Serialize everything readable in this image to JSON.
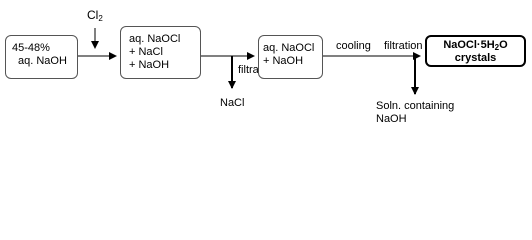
{
  "boxes": {
    "start": {
      "line1": "45-48%",
      "line2": "aq. NaOH"
    },
    "mix": {
      "line1": "aq. NaOCl",
      "line2": "+ NaCl",
      "line3": "+ NaOH"
    },
    "filtrate": {
      "line1": "aq. NaOCl",
      "line2": "+ NaOH"
    },
    "product": {
      "formula_main": "NaOCl·5H",
      "formula_sub": "2",
      "formula_end": "O",
      "line2": "crystals"
    }
  },
  "reagents": {
    "cl2_main": "Cl",
    "cl2_sub": "2"
  },
  "steps": {
    "filtration_1": "filtration",
    "cooling": "cooling",
    "filtration_2": "filtration"
  },
  "outputs": {
    "nacl": "NaCl",
    "solution_line1": "Soln. containing",
    "solution_line2": "NaOH"
  }
}
